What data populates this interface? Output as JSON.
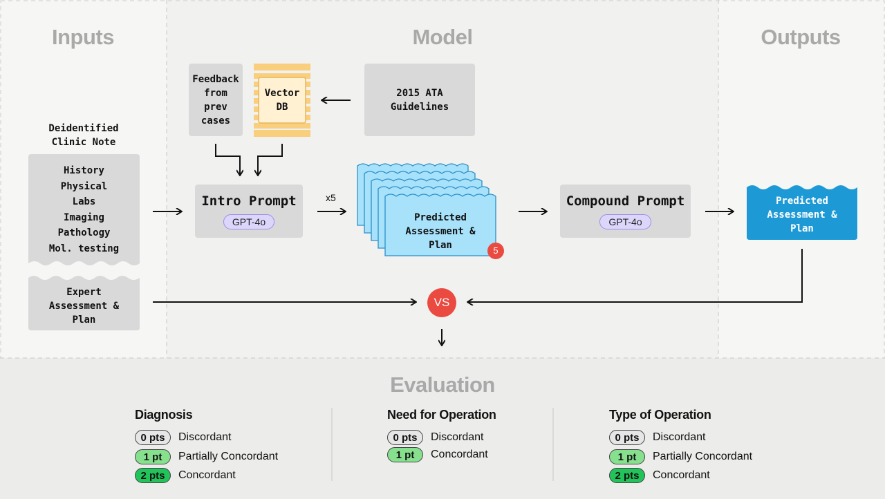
{
  "sections": {
    "inputs": "Inputs",
    "model": "Model",
    "outputs": "Outputs",
    "evaluation": "Evaluation"
  },
  "inputs": {
    "note_title": [
      "Deidentified",
      "Clinic Note"
    ],
    "note_items": [
      "History",
      "Physical",
      "Labs",
      "Imaging",
      "Pathology",
      "Mol. testing"
    ],
    "expert": [
      "Expert",
      "Assessment &",
      "Plan"
    ]
  },
  "model": {
    "feedback": [
      "Feedback",
      "from",
      "prev",
      "cases"
    ],
    "vector_db": [
      "Vector",
      "DB"
    ],
    "guidelines": [
      "2015 ATA",
      "Guidelines"
    ],
    "intro_prompt": "Intro Prompt",
    "intro_model": "GPT-4o",
    "repeat_label": "x5",
    "predicted_stack": [
      "Predicted",
      "Assessment &",
      "Plan"
    ],
    "stack_count": "5",
    "compound_prompt": "Compound Prompt",
    "compound_model": "GPT-4o",
    "vs_label": "VS"
  },
  "outputs": {
    "predicted": [
      "Predicted",
      "Assessment &",
      "Plan"
    ]
  },
  "evaluation": {
    "columns": [
      {
        "title": "Diagnosis",
        "rows": [
          {
            "badge": "0 pts",
            "label": "Discordant",
            "level": 0
          },
          {
            "badge": "1 pt",
            "label": "Partially Concordant",
            "level": 1
          },
          {
            "badge": "2 pts",
            "label": "Concordant",
            "level": 2
          }
        ]
      },
      {
        "title": "Need for Operation",
        "rows": [
          {
            "badge": "0 pts",
            "label": "Discordant",
            "level": 0
          },
          {
            "badge": "1 pt",
            "label": "Concordant",
            "level": 1
          }
        ]
      },
      {
        "title": "Type of Operation",
        "rows": [
          {
            "badge": "0 pts",
            "label": "Discordant",
            "level": 0
          },
          {
            "badge": "1 pt",
            "label": "Partially Concordant",
            "level": 1
          },
          {
            "badge": "2 pts",
            "label": "Concordant",
            "level": 2
          }
        ]
      }
    ]
  },
  "colors": {
    "box_gray": "#d9d9d9",
    "vector_db": "#f9cf7d",
    "predicted_stack": "#a7e1fa",
    "output_blue": "#1d9ad6",
    "vs_red": "#ea4a40",
    "pill_purple": "#dcd6fb",
    "badge_0": "#e6e6e6",
    "badge_1": "#86e08e",
    "badge_2": "#22c35a"
  }
}
